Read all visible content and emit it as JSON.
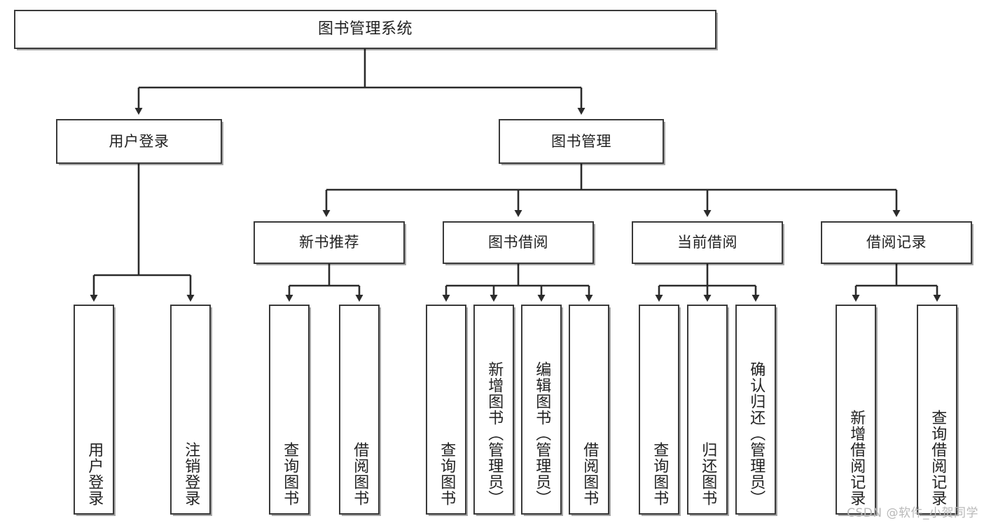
{
  "diagram": {
    "title": "图书管理系统",
    "type": "tree-hierarchy",
    "watermark": "CSDN @软件_小贺同学",
    "colors": {
      "box_border": "#3a3a3a",
      "box_fill": "#ffffff",
      "edge": "#2b2b2b",
      "text": "#222222",
      "watermark": "#b9b9b9"
    },
    "nodes": {
      "root": "图书管理系统",
      "level2": {
        "user_login": "用户登录",
        "book_manage": "图书管理"
      },
      "level3": {
        "new_book_rec": "新书推荐",
        "book_borrow": "图书借阅",
        "current_borrow": "当前借阅",
        "borrow_record": "借阅记录"
      },
      "leaves": {
        "login_user": "用户登录",
        "logout_user": "注销登录",
        "rec_query_book": "查询图书",
        "rec_borrow_book": "借阅图书",
        "bb_query_book": "查询图书",
        "bb_add_book": "新增图书（管理员）",
        "bb_edit_book": "编辑图书（管理员）",
        "bb_borrow_book": "借阅图书",
        "cb_query_book": "查询图书",
        "cb_return_book": "归还图书",
        "cb_confirm_return": "确认归还（管理员）",
        "br_add_record": "新增借阅记录",
        "br_query_record": "查询借阅记录"
      }
    }
  }
}
